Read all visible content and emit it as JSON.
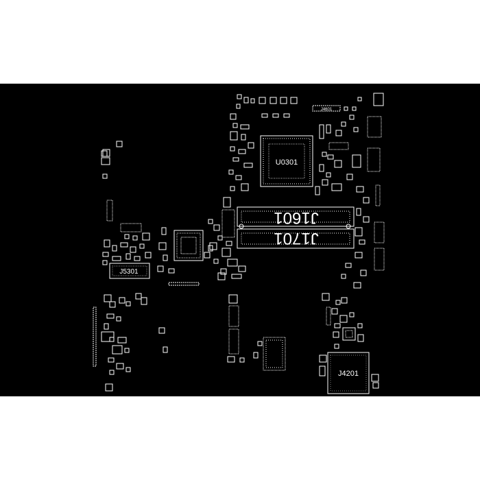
{
  "colors": {
    "background": "#ffffff",
    "board": "#000000",
    "ink": "#ffffff"
  },
  "labels": {
    "u0301": "U0301",
    "j1601": "J1601",
    "j1701": "J1701",
    "j5301": "J5301",
    "j4201": "J4201",
    "j4601": "J4601"
  }
}
